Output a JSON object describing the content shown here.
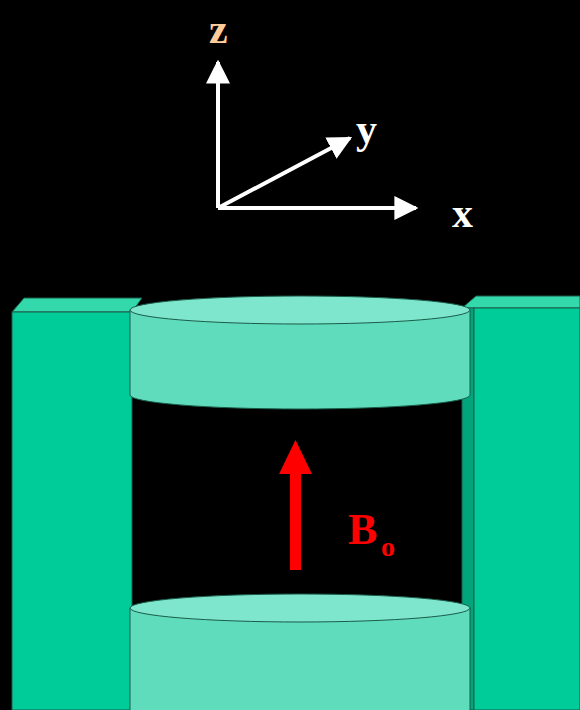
{
  "diagram": {
    "labels": [
      "z",
      "y",
      "x",
      "B",
      "o"
    ]
  }
}
